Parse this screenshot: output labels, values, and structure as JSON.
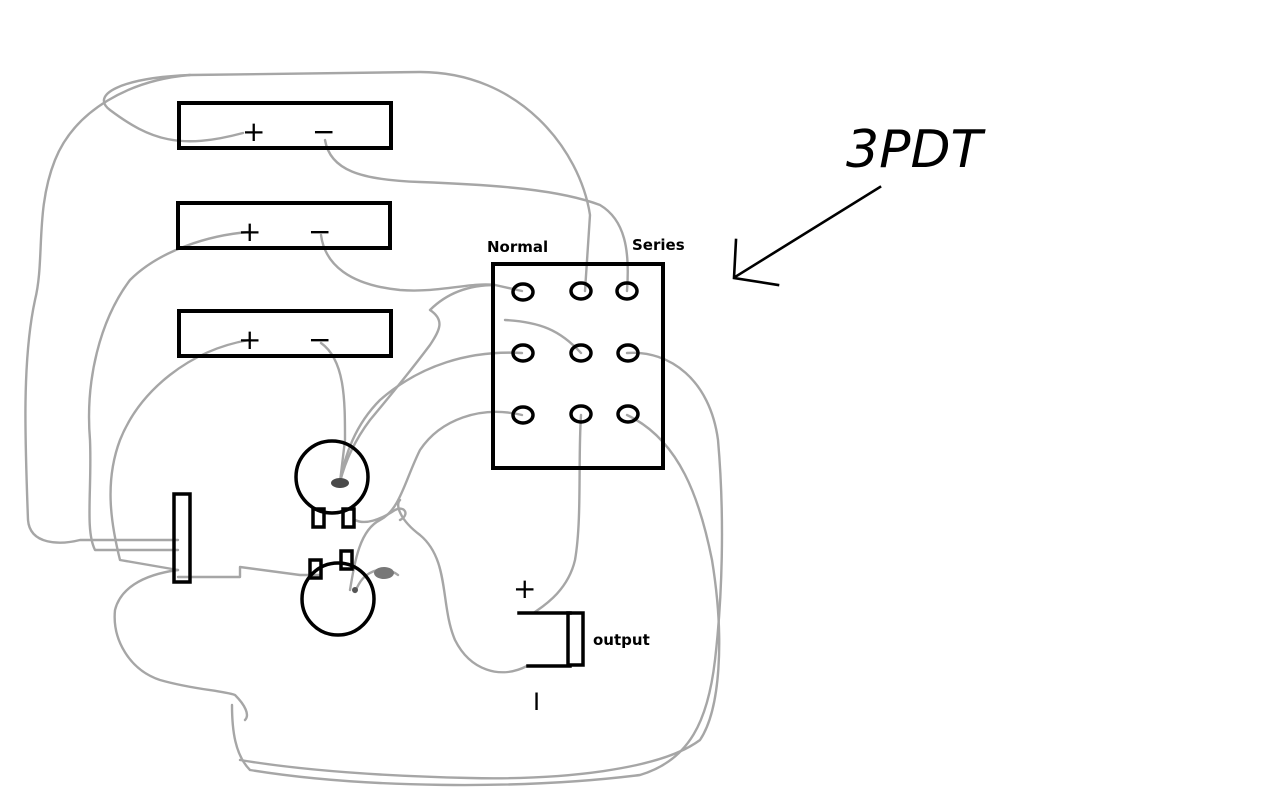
{
  "diagram": {
    "title": "3PDT",
    "switch": {
      "name": "3PDT",
      "left_label": "Normal",
      "right_label": "Series",
      "lug_rows": 3,
      "lug_cols": 3
    },
    "pickups": [
      {
        "plus": "+",
        "minus": "−"
      },
      {
        "plus": "+",
        "minus": "−"
      },
      {
        "plus": "+",
        "minus": "−"
      }
    ],
    "output": {
      "label": "output",
      "plus": "+",
      "minus": "I"
    },
    "colors": {
      "wire": "#a6a6a6",
      "ink": "#000000",
      "background": "#ffffff"
    }
  }
}
